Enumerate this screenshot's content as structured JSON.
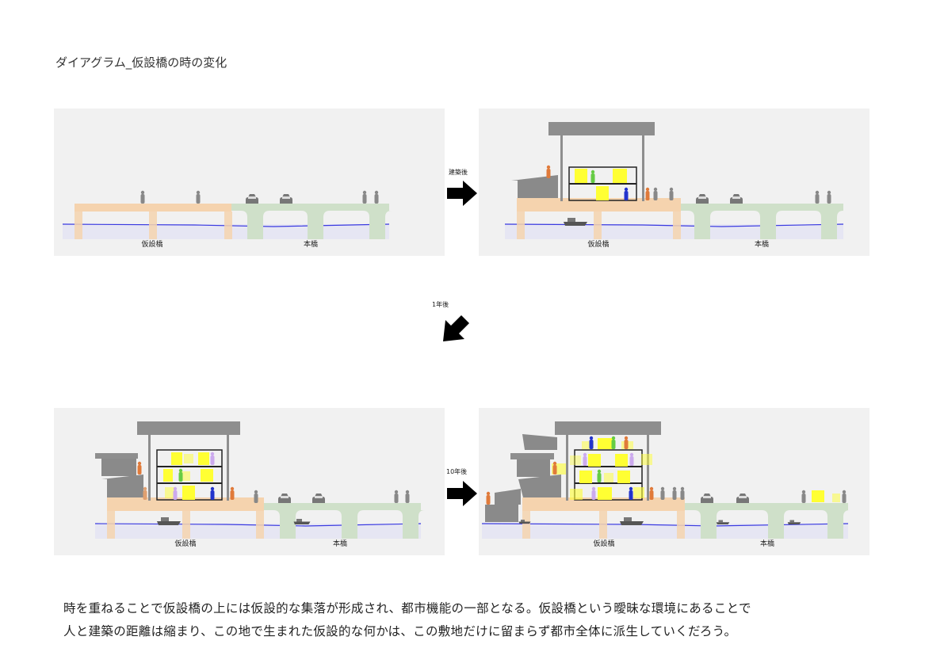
{
  "title": "ダイアグラム_仮設橋の時の変化",
  "panels": [
    {
      "temp_bridge_label": "仮設橋",
      "main_bridge_label": "本橋"
    },
    {
      "temp_bridge_label": "仮設橋",
      "main_bridge_label": "本橋"
    },
    {
      "temp_bridge_label": "仮設橋",
      "main_bridge_label": "本橋"
    },
    {
      "temp_bridge_label": "仮設橋",
      "main_bridge_label": "本橋"
    }
  ],
  "steps": [
    "建築後",
    "1年後",
    "10年後"
  ],
  "caption": [
    "時を重ねることで仮設橋の上には仮設的な集落が形成され、都市機能の一部となる。仮設橋という曖昧な環境にあることで",
    "人と建築の距離は縮まり、この地で生まれた仮設的な何かは、この敷地だけに留まらず都市全体に派生していくだろう。"
  ],
  "colors": {
    "temp_bridge": "#f5d3ae",
    "main_bridge": "#cfe0c9",
    "water": "#e4e4f4",
    "water_line": "#3a3ae0",
    "structure": "#8a8a8a",
    "activity": "#ffff33",
    "panel_bg": "#f1f1f1"
  }
}
